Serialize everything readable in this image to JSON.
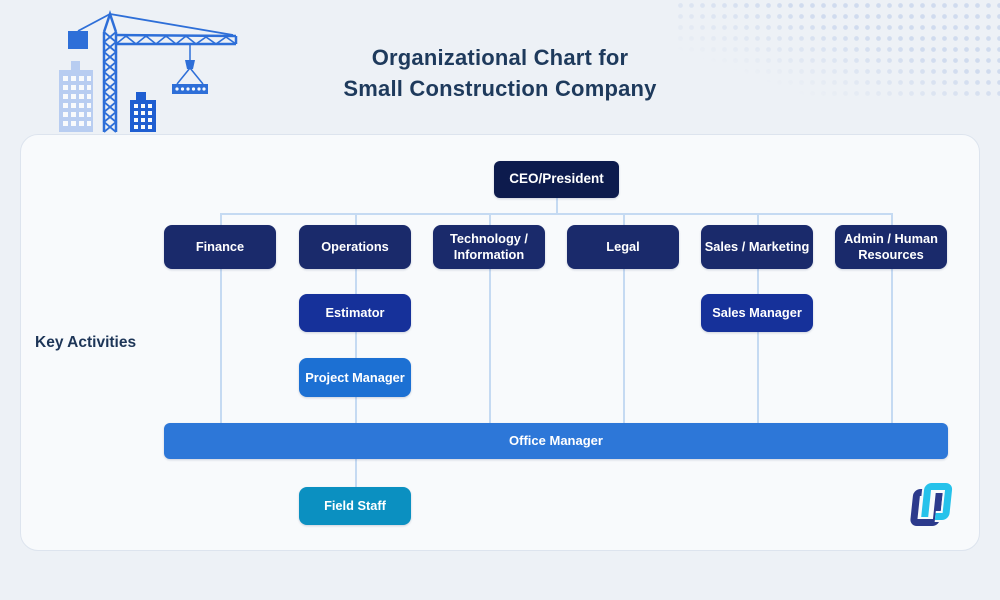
{
  "header": {
    "title_line1": "Organizational Chart for",
    "title_line2": "Small Construction Company"
  },
  "side_label": "Key Activities",
  "org": {
    "root": {
      "label": "CEO/President"
    },
    "departments": [
      {
        "label": "Finance"
      },
      {
        "label": "Operations"
      },
      {
        "label": "Technology / Information"
      },
      {
        "label": "Legal"
      },
      {
        "label": "Sales / Marketing"
      },
      {
        "label": "Admin / Human Resources"
      }
    ],
    "operations_roles": [
      {
        "label": "Estimator"
      },
      {
        "label": "Project Manager"
      }
    ],
    "sales_roles": [
      {
        "label": "Sales Manager"
      }
    ],
    "office_manager": {
      "label": "Office Manager"
    },
    "field_staff": {
      "label": "Field Staff"
    }
  },
  "icons": {
    "crane": "construction-crane-illustration",
    "logo": "company-logo-mark"
  },
  "colors": {
    "background": "#edf1f6",
    "panel": "#f8fafc",
    "ceo_box": "#0d1b4d",
    "department_box": "#1a2a6b",
    "sub_role_box": "#16319a",
    "project_manager_box": "#1c70d3",
    "office_manager_bar": "#2d77d8",
    "field_staff_box": "#0b90c1",
    "connector_line": "#c5daf2",
    "title_text": "#1e3a5c",
    "illustration_blue": "#2e6fd8",
    "illustration_light_blue": "#b8cdf1",
    "illustration_dark_blue": "#1f5ed1",
    "logo_navy": "#2c3a8c",
    "logo_cyan": "#26c2eb"
  }
}
